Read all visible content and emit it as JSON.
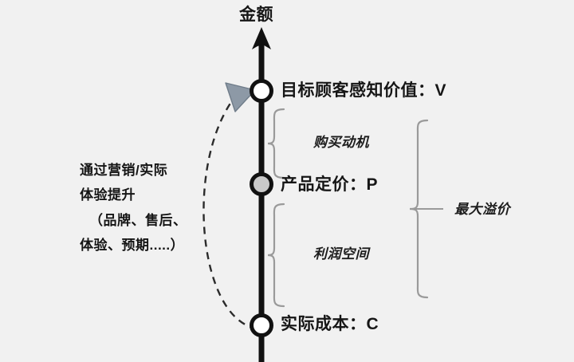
{
  "diagram": {
    "axis_title": "金额",
    "nodes": [
      {
        "id": "value",
        "label": "目标顾客感知价值：V",
        "marker": "circle-open"
      },
      {
        "id": "price",
        "label": "产品定价：P",
        "marker": "circle-filled-gray"
      },
      {
        "id": "cost",
        "label": "实际成本：C",
        "marker": "circle-open"
      }
    ],
    "braces": [
      {
        "id": "motive",
        "label": "购买动机",
        "spans": [
          "value",
          "price"
        ]
      },
      {
        "id": "profit",
        "label": "利润空间",
        "spans": [
          "price",
          "cost"
        ]
      },
      {
        "id": "premium",
        "label": "最大溢价",
        "spans": [
          "value",
          "cost"
        ]
      }
    ],
    "side_note": {
      "lines": [
        "通过营销/实际",
        "体验提升",
        "（品牌、售后、",
        "体验、预期.....）"
      ]
    },
    "arrow_annotation": {
      "name": "uplift-arrow",
      "description": "dashed curved arrow from cost node up to value node"
    },
    "colors": {
      "background": "#f1f1f1",
      "axis": "#111111",
      "text": "#161616",
      "brace": "#9a9a9a",
      "marker_fill_gray": "#c9c9c9",
      "marker_fill_open": "#ffffff",
      "pointer_gray": "#8d99a6"
    }
  }
}
